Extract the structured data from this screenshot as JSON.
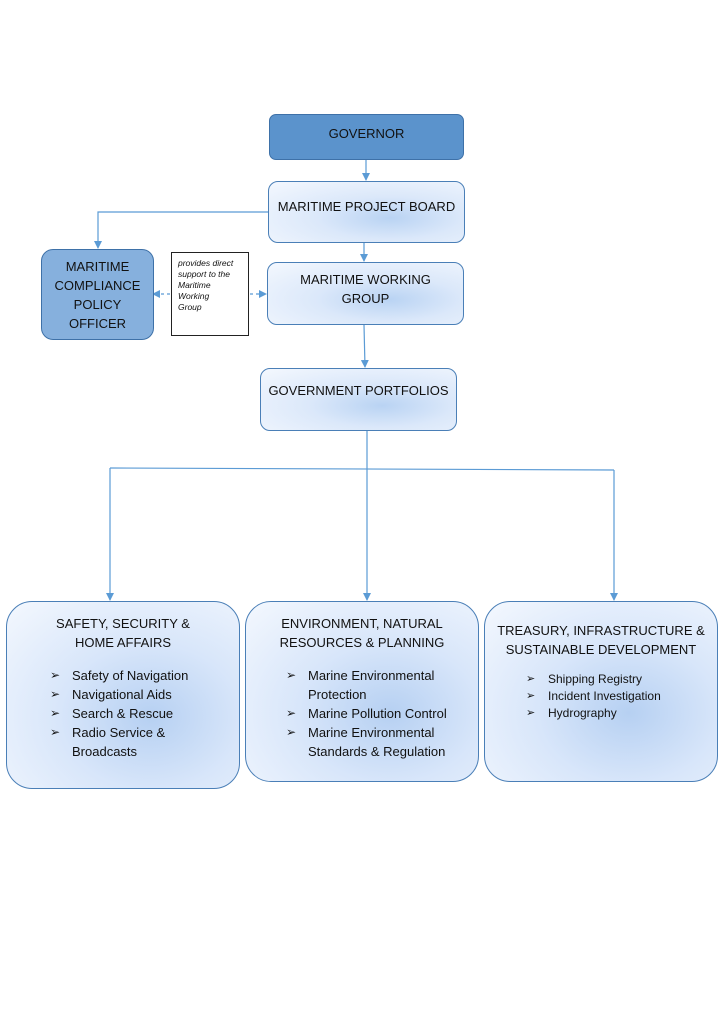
{
  "governor": "GOVERNOR",
  "project_board": "MARITIME PROJECT BOARD",
  "working_group": [
    "MARITIME WORKING",
    "GROUP"
  ],
  "compliance_officer": [
    "MARITIME",
    "COMPLIANCE",
    "POLICY",
    "OFFICER"
  ],
  "note": [
    "provides direct",
    "support to the",
    "Maritime",
    "Working",
    "Group"
  ],
  "portfolios": "GOVERNMENT PORTFOLIOS",
  "departments": [
    {
      "title": [
        "SAFETY, SECURITY &",
        "HOME AFFAIRS"
      ],
      "items": [
        [
          "Safety of Navigation"
        ],
        [
          "Navigational Aids"
        ],
        [
          "Search & Rescue"
        ],
        [
          "Radio Service &",
          "Broadcasts"
        ]
      ]
    },
    {
      "title": [
        "ENVIRONMENT, NATURAL",
        "RESOURCES & PLANNING"
      ],
      "items": [
        [
          "Marine Environmental",
          "Protection"
        ],
        [
          "Marine Pollution Control"
        ],
        [
          "Marine Environmental",
          "Standards & Regulation"
        ]
      ]
    },
    {
      "title": [
        "TREASURY, INFRASTRUCTURE &",
        "SUSTAINABLE DEVELOPMENT"
      ],
      "items": [
        [
          "Shipping Registry"
        ],
        [
          "Incident Investigation"
        ],
        [
          "Hydrography"
        ]
      ]
    }
  ],
  "colors": {
    "line": "#5b9bd5",
    "box_border": "#4a7fb7",
    "governor_fill": "#5b93cc"
  }
}
